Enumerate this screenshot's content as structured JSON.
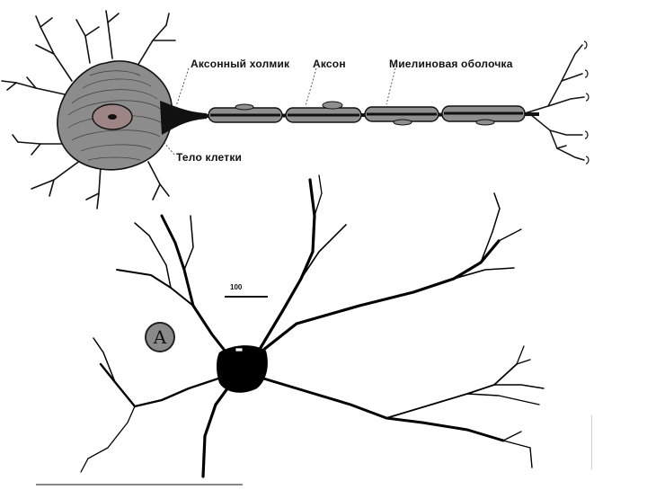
{
  "labels": {
    "axon_hillock": "Аксонный холмик",
    "axon": "Аксон",
    "myelin_sheath": "Миелиновая оболочка",
    "cell_body": "Тело клетки"
  },
  "scale_bar": "100",
  "panel_badge": "A",
  "colors": {
    "ink": "#111111",
    "soma_fill": "#8c8c8c",
    "myelin_fill": "#8f8f8f",
    "nucleus_fill": "#9e8585",
    "badge_fill": "#8a8a8a"
  }
}
